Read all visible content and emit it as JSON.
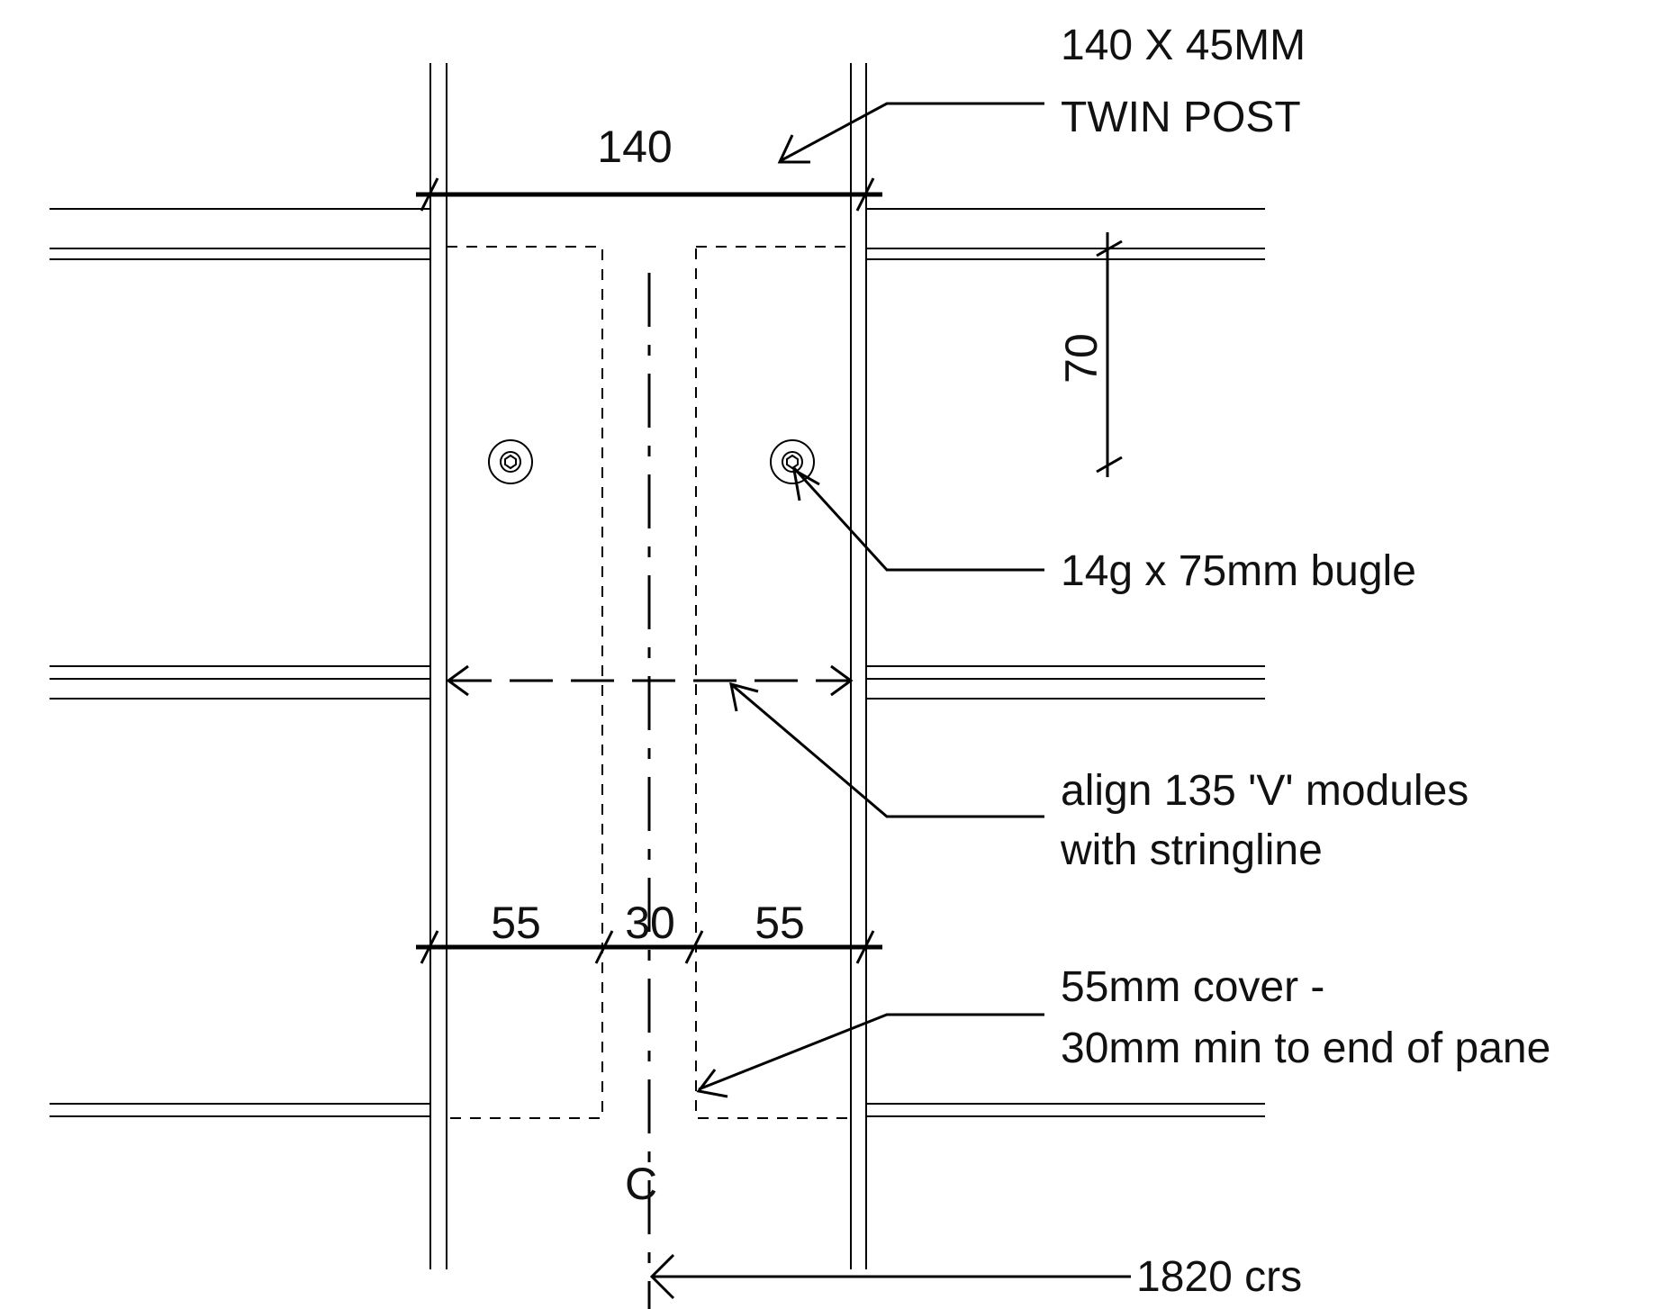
{
  "labels": {
    "post_line1": "140 X 45MM",
    "post_line2": "TWIN POST",
    "screw": "14g x 75mm  bugle",
    "align_line1": "align 135 'V' modules",
    "align_line2": "with stringline",
    "cover_line1": "55mm cover -",
    "cover_line2": "30mm min to end of pane",
    "centres": "1820 crs",
    "centreline": "C"
  },
  "dimensions": {
    "post_width": "140",
    "vertical": "70",
    "left_cover": "55",
    "gap": "30",
    "right_cover": "55"
  },
  "icons": {
    "screw_left": "screw-head-icon",
    "screw_right": "screw-head-icon"
  }
}
